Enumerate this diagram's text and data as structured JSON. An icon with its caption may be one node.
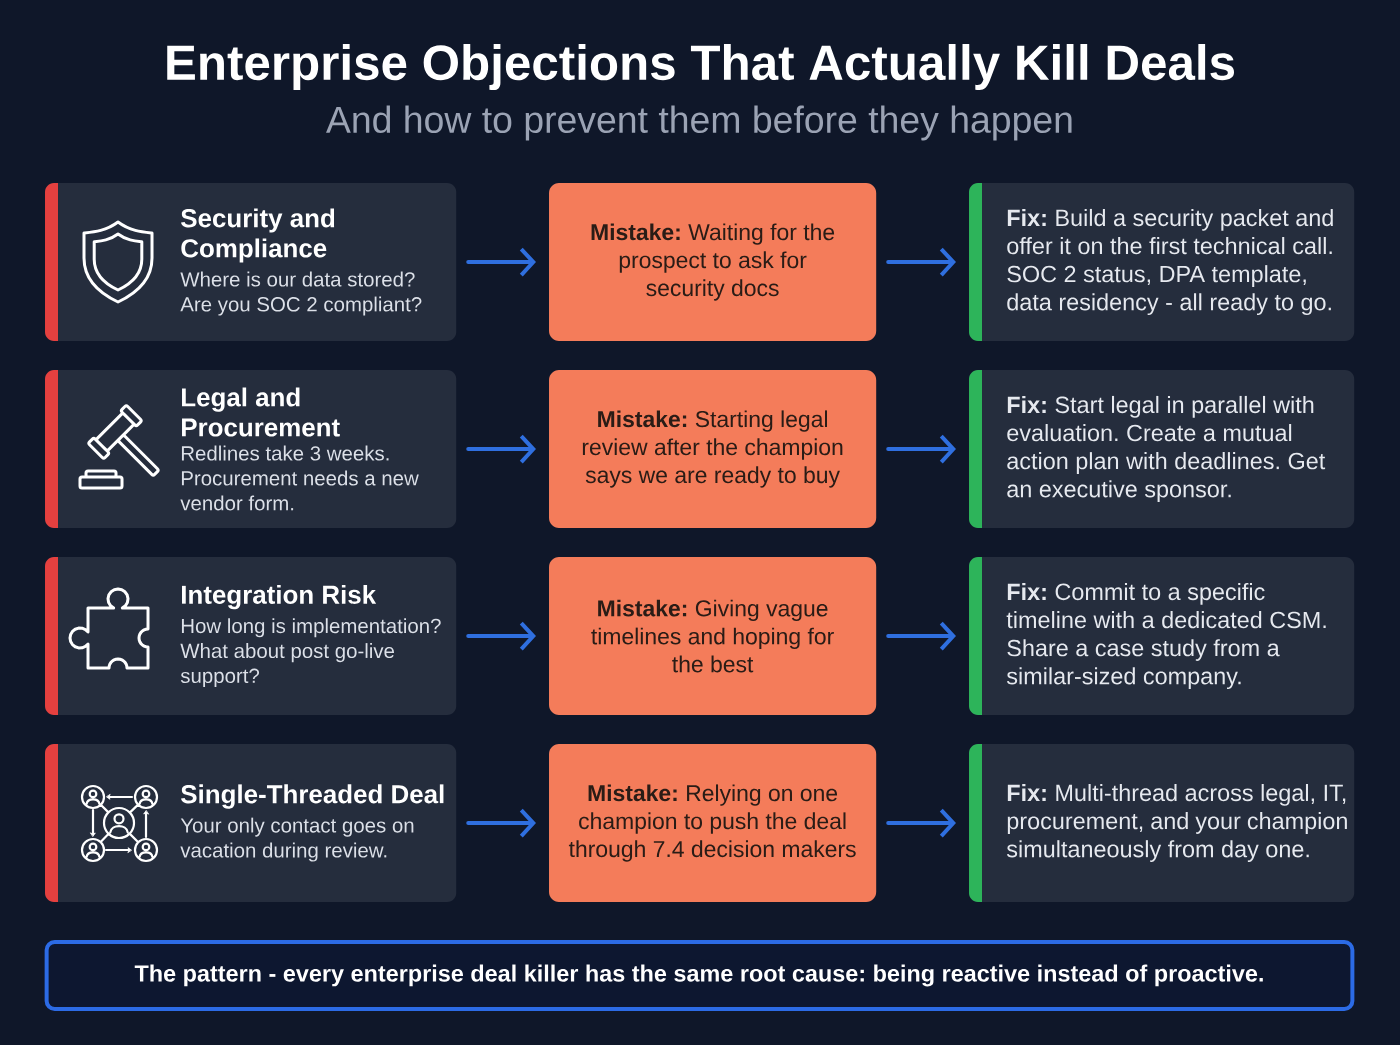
{
  "diagram": {
    "title": "Enterprise Objections That Actually Kill Deals",
    "nodes": [
      {
        "text": [
          "Security and Compliance",
          "Where is our data stored? Are you SOC 2 compliant?"
        ]
      },
      {
        "text": [
          "**Mistake:** Waiting for the prospect to ask for security docs"
        ]
      },
      {
        "text": [
          "**Fix:** Build a security packet and offer it on the first technical call. SOC 2 status, DPA template, data residency - all ready to go."
        ]
      },
      {
        "text": [
          "Legal and Procurement",
          "Redlines take 3 weeks. Procurement needs a new vendor form."
        ]
      },
      {
        "text": [
          "**Mistake:** Starting legal review after the champion says we are ready to buy"
        ]
      },
      {
        "text": [
          "**Fix:** Start legal in parallel with evaluation. Create a mutual action plan with deadlines. Get an executive sponsor."
        ]
      },
      {
        "text": [
          "Integration Risk",
          "How long is implementation? What about post go-live support?"
        ]
      },
      {
        "text": [
          "**Mistake:** Giving vague timelines and hoping for the best"
        ]
      },
      {
        "text": [
          "**Fix:** Commit to a specific timeline with a dedicated CSM. Share a case study from a similar-sized company."
        ]
      },
      {
        "text": [
          "Single-Threaded Deal",
          "Your only contact goes on vacation during review."
        ]
      },
      {
        "text": [
          "**Mistake:** Relying on one champion to push the deal through 7.4 decision makers"
        ]
      },
      {
        "text": [
          "**Fix:** Multi-thread across legal, IT, procurement, and your champion simultaneously from day one."
        ]
      },
      {
        "text": [
          "The pattern - every enterprise deal killer has the same root cause: being reactive instead of proactive."
        ]
      }
    ],
    "edges": [
      {
        "from": 0,
        "to": 1,
        "arrow": "to"
      },
      {
        "from": 1,
        "to": 2,
        "arrow": "to"
      },
      {
        "from": 3,
        "to": 4,
        "arrow": "to"
      },
      {
        "from": 4,
        "to": 5,
        "arrow": "to"
      },
      {
        "from": 6,
        "to": 7,
        "arrow": "to"
      },
      {
        "from": 7,
        "to": 8,
        "arrow": "to"
      },
      {
        "from": 9,
        "to": 10,
        "arrow": "to"
      },
      {
        "from": 10,
        "to": 11,
        "arrow": "to"
      }
    ],
    "labels": [
      "And how to prevent them before they happen"
    ]
  }
}
